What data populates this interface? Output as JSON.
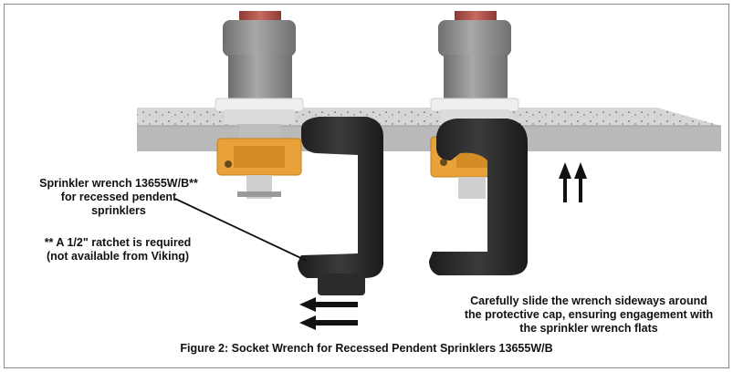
{
  "callouts": {
    "wrench_line1": "Sprinkler wrench 13655W/B**",
    "wrench_line2": "for recessed pendent",
    "wrench_line3": "sprinklers",
    "ratchet_line1": "** A 1/2\" ratchet is required",
    "ratchet_line2": "(not available from Viking)",
    "slide_line1": "Carefully slide the wrench sideways around",
    "slide_line2": "the protective cap, ensuring engagement with",
    "slide_line3": "the sprinkler wrench flats"
  },
  "caption": "Figure 2:  Socket Wrench for Recessed Pendent Sprinklers 13655W/B",
  "colors": {
    "ceiling": "#c9c9c9",
    "fitting": "#8e8e8e",
    "thread": "#b0504a",
    "wrench": "#2a2a2a",
    "cap": "#e9a23a",
    "escutcheon": "#ececec",
    "arrow": "#111111"
  },
  "icons": [
    "arrow-left-icon",
    "arrow-up-icon"
  ]
}
